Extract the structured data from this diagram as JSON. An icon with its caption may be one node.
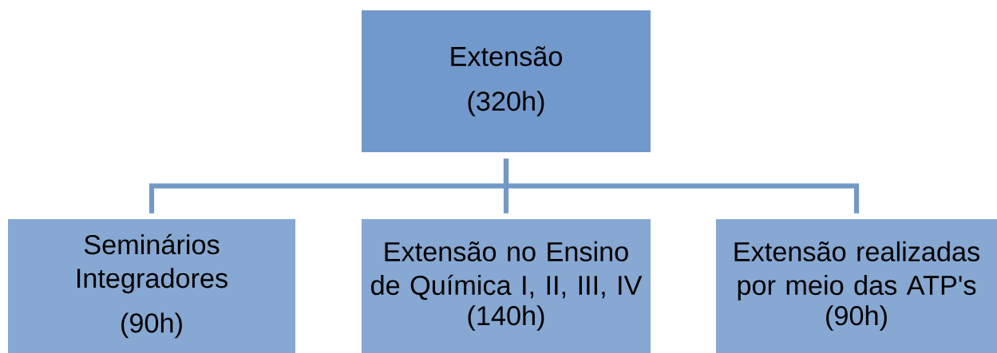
{
  "diagram": {
    "nodes": [
      {
        "text": [
          "Extensão",
          "(320h)"
        ]
      },
      {
        "text": [
          "Seminários Integradores",
          "(90h)"
        ]
      },
      {
        "text": [
          "Extensão no Ensino de Química I, II, III, IV",
          "(140h)"
        ]
      },
      {
        "text": [
          "Extensão realizadas por meio das ATP's",
          "(90h)"
        ]
      }
    ],
    "edges": [
      {
        "from": 0,
        "to": 1,
        "arrow": "none"
      },
      {
        "from": 0,
        "to": 2,
        "arrow": "none"
      },
      {
        "from": 0,
        "to": 3,
        "arrow": "none"
      }
    ]
  }
}
